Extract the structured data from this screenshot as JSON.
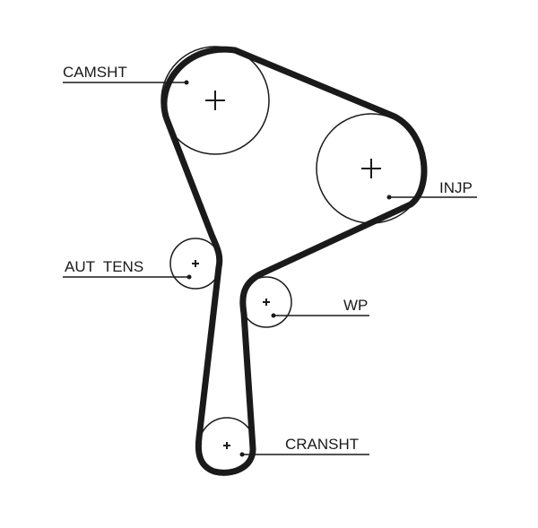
{
  "diagram": {
    "labels": {
      "camshaft": "CAMSHT",
      "injection_pump": "INJP",
      "auto_tensioner": "AUT  TENS",
      "water_pump": "WP",
      "crankshaft": "CRANSHT"
    }
  }
}
